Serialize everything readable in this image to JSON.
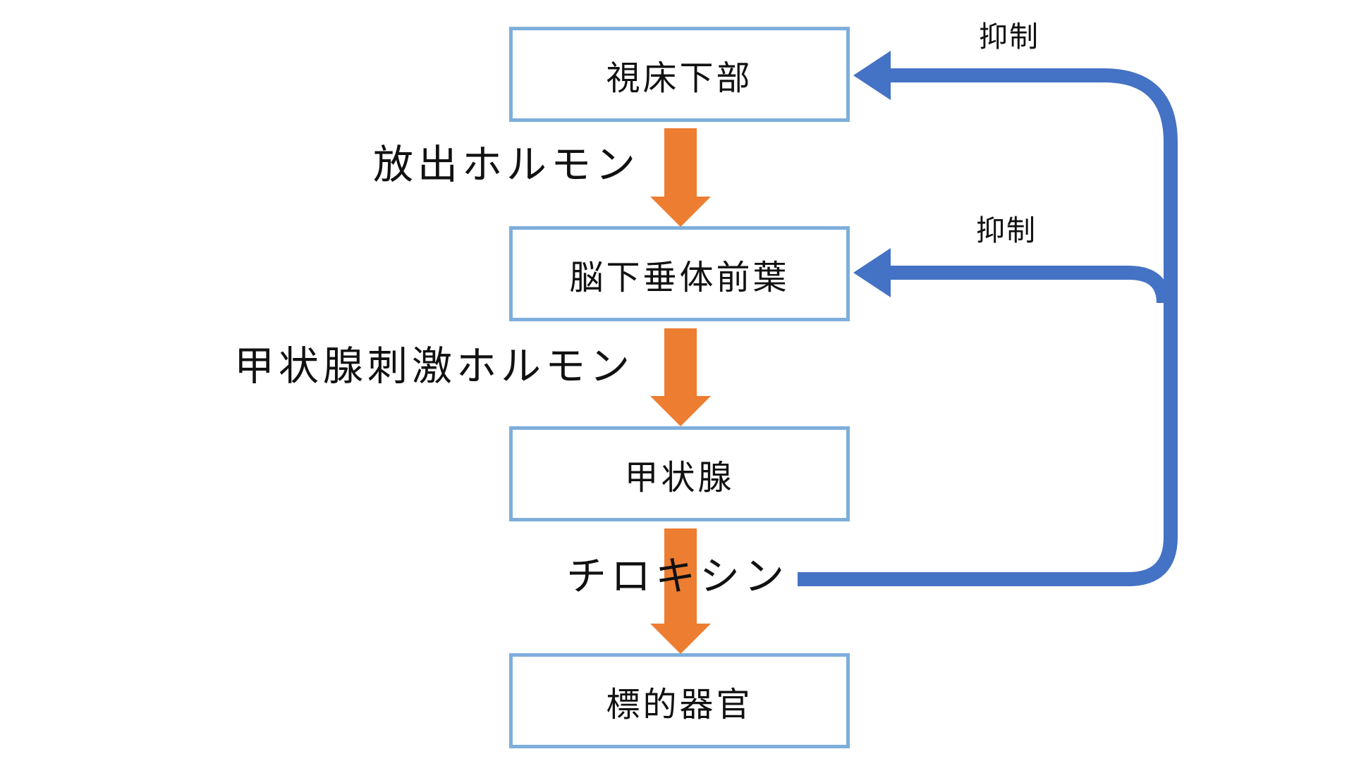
{
  "nodes": {
    "hypothalamus": "視床下部",
    "anterior_pituitary": "脳下垂体前葉",
    "thyroid": "甲状腺",
    "target_organ": "標的器官"
  },
  "edges": {
    "releasing_hormone": "放出ホルモン",
    "tsh": "甲状腺刺激ホルモン",
    "thyroxine": "チロキシン"
  },
  "feedback": {
    "upper_label": "抑制",
    "lower_label": "抑制"
  },
  "colors": {
    "box_border": "#7eaedb",
    "stimulation_arrow": "#ed7d31",
    "feedback_arrow": "#4472c4"
  }
}
